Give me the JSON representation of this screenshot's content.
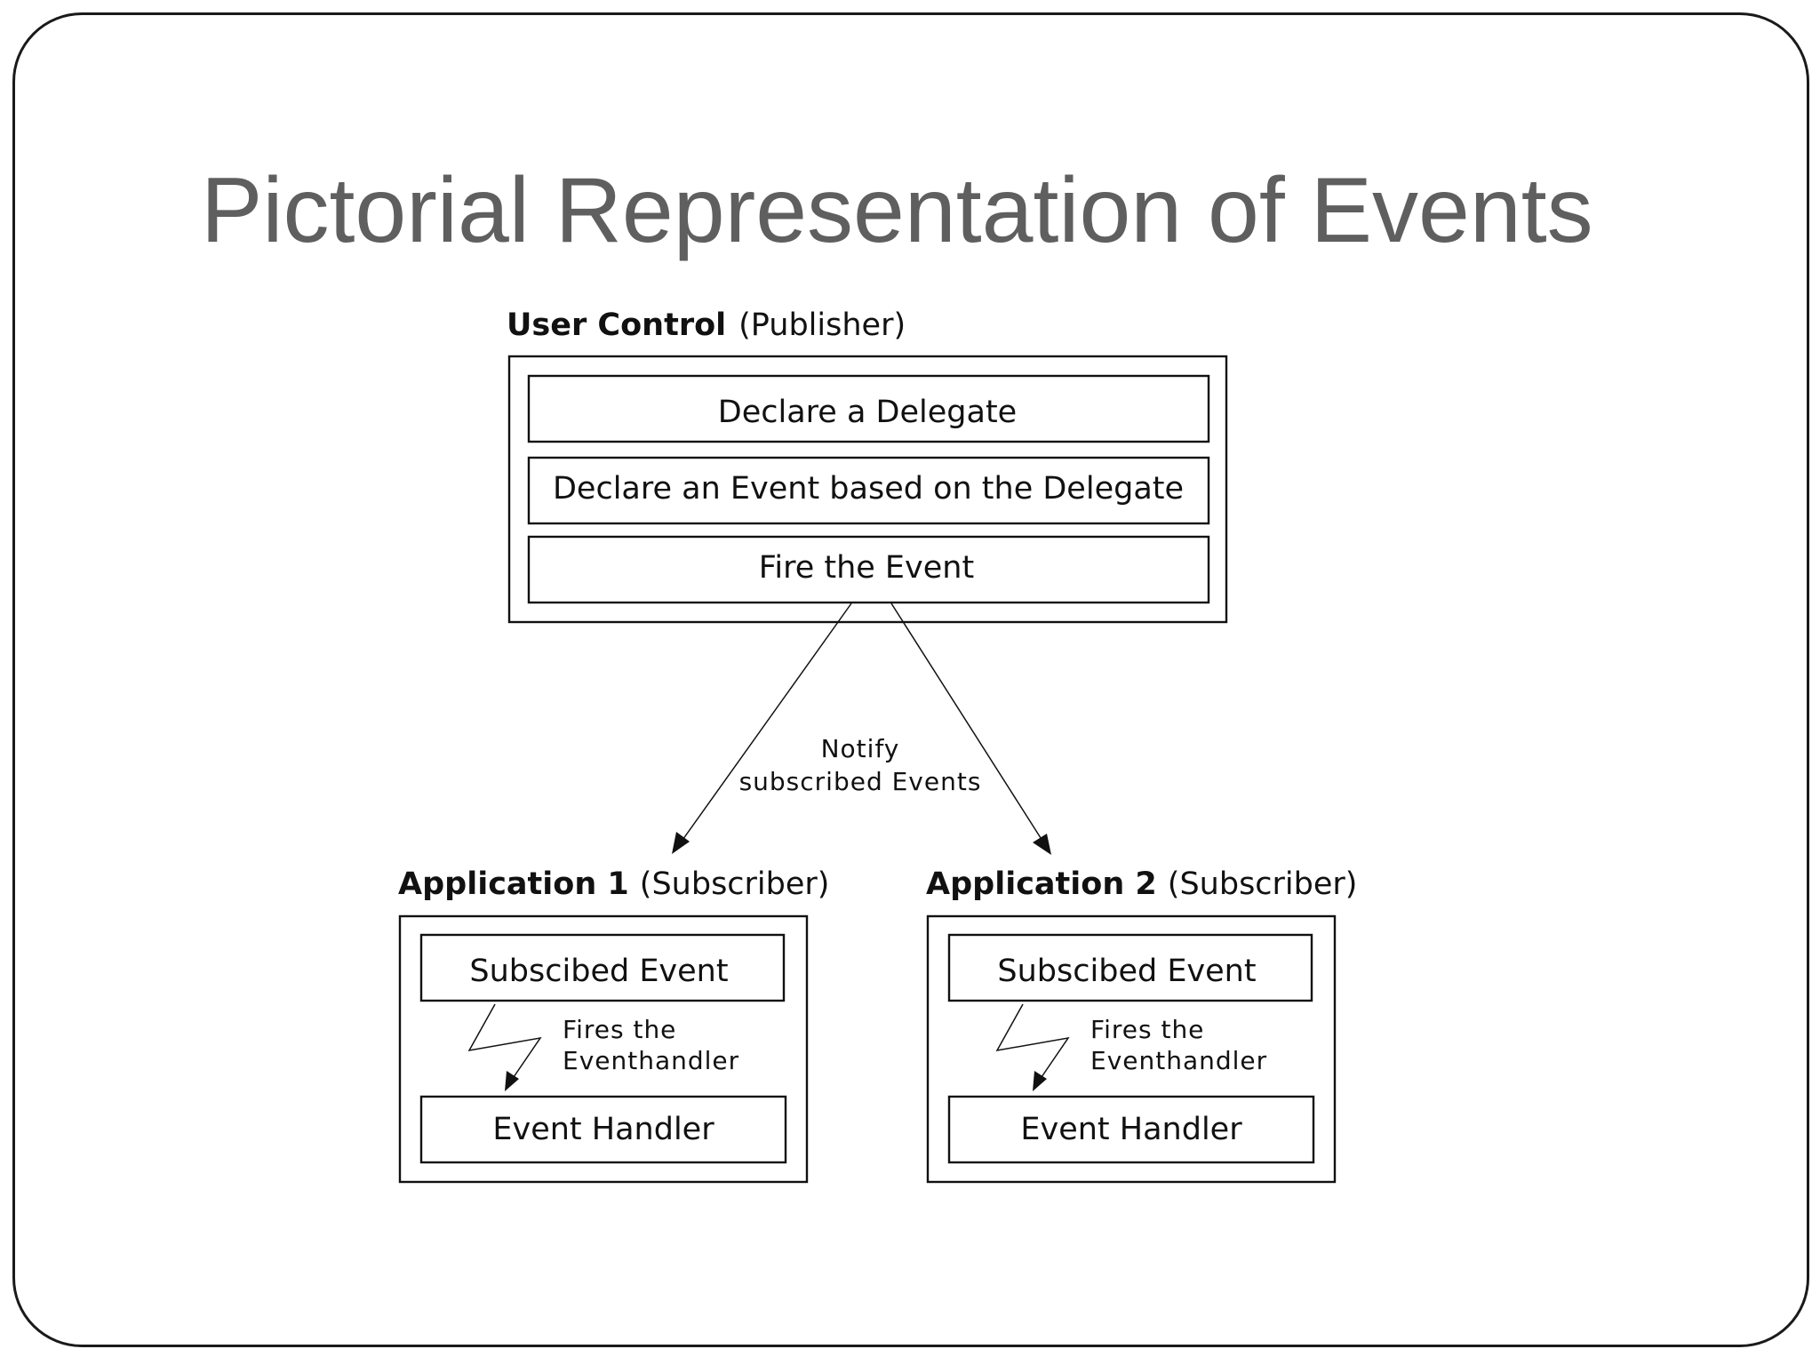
{
  "slide": {
    "title": "Pictorial Representation of Events"
  },
  "publisher": {
    "label_bold": "User Control",
    "label_role": "(Publisher)",
    "steps": [
      "Declare a Delegate",
      "Declare an Event based on the Delegate",
      "Fire the Event"
    ]
  },
  "notify": {
    "line1": "Notify",
    "line2": "subscribed Events"
  },
  "subscribers": [
    {
      "label_bold": "Application 1",
      "label_role": "(Subscriber)",
      "event": "Subscibed Event",
      "fires_line1": "Fires the",
      "fires_line2": "Eventhandler",
      "handler": "Event Handler"
    },
    {
      "label_bold": "Application 2",
      "label_role": "(Subscriber)",
      "event": "Subscibed Event",
      "fires_line1": "Fires the",
      "fires_line2": "Eventhandler",
      "handler": "Event Handler"
    }
  ]
}
